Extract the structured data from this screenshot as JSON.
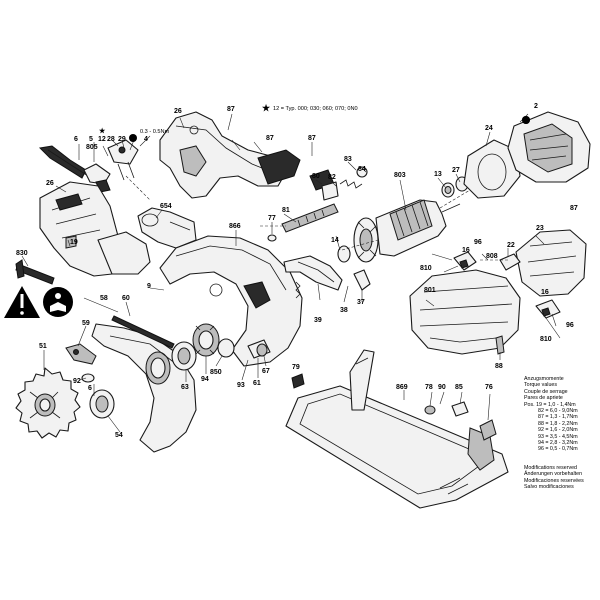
{
  "callouts": {
    "c2": "2",
    "c4": "4",
    "c5": "5",
    "c6": "6",
    "c9": "9",
    "c12": "12",
    "c13": "13",
    "c14": "14",
    "c16a": "16",
    "c16b": "16",
    "c19": "19",
    "c22": "22",
    "c23": "23",
    "c24": "24",
    "c26a": "26",
    "c26b": "26",
    "c27": "27",
    "c28": "28",
    "c29": "29",
    "c37": "37",
    "c38": "38",
    "c39": "39",
    "c51": "51",
    "c54": "54",
    "c58": "58",
    "c59": "59",
    "c60": "60",
    "c61": "61",
    "c63": "63",
    "c67": "67",
    "c76": "76",
    "c77": "77",
    "c78": "78",
    "c79": "79",
    "c80": "80",
    "c81": "81",
    "c82": "82",
    "c83": "83",
    "c84": "84",
    "c85": "85",
    "c87a": "87",
    "c87b": "87",
    "c87c": "87",
    "c87d": "87",
    "c88": "88",
    "c90": "90",
    "c92": "92",
    "c93": "93",
    "c94": "94",
    "c96a": "96",
    "c96b": "96",
    "c654": "654",
    "c801": "801",
    "c803": "803",
    "c805": "805",
    "c808": "808",
    "c810a": "810",
    "c810b": "810",
    "c830": "830",
    "c850": "850",
    "c866": "866",
    "c869": "869"
  },
  "notes": {
    "star_symbol": "★",
    "star_text": "12 = Typ. 000; 030; 060; 070; 0N0",
    "torque_top": "0.3 - 0.5Nm"
  },
  "legend": {
    "lines": [
      "Anzugsmomente",
      "Torque values",
      "Couple de serrage",
      "Pares de apriete",
      "Pos. 19 = 1,0 - 1,4Nm",
      "82 = 6,0 - 9,0Nm",
      "87 = 1,3 - 1,7Nm",
      "88 = 1,8 - 2,2Nm",
      "92 = 1,6 - 2,0Nm",
      "93 = 3,5 - 4,5Nm",
      "94 = 2,8 - 3,2Nm",
      "96 = 0,5 - 0,7Nm"
    ],
    "notice": [
      "Modifications reserved",
      "Änderungen vorbehalten",
      "Modificaciones reservées",
      "Salvo modificaciones"
    ]
  }
}
